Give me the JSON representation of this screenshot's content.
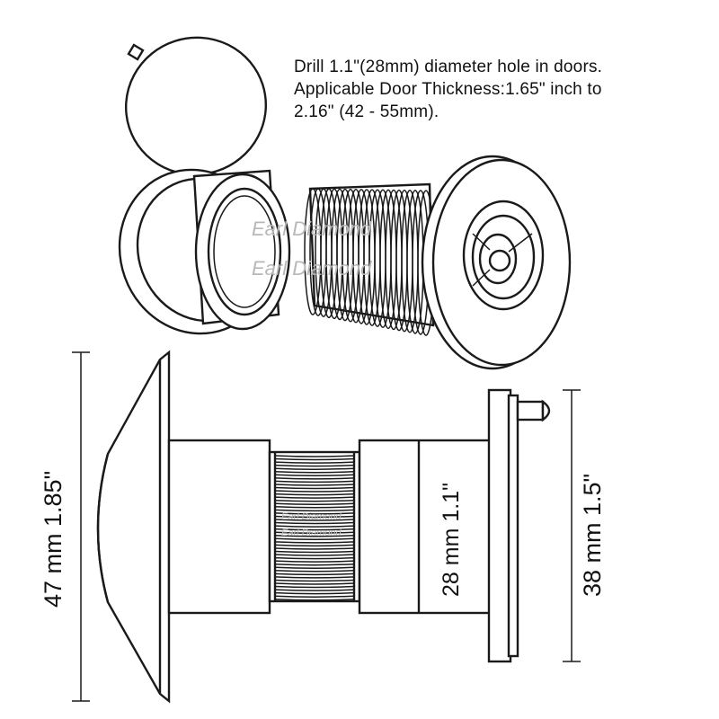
{
  "note": {
    "line1": "Drill 1.1\"(28mm) diameter hole in doors.",
    "line2": "Applicable Door Thickness:1.65\" inch to",
    "line3": "2.16\" (42 - 55mm)."
  },
  "dimensions": {
    "overall_height": "47 mm 1.85\"",
    "barrel_diameter": "28 mm 1.1\"",
    "plate_height": "38 mm 1.5\""
  },
  "watermark": "Earl Diamond"
}
